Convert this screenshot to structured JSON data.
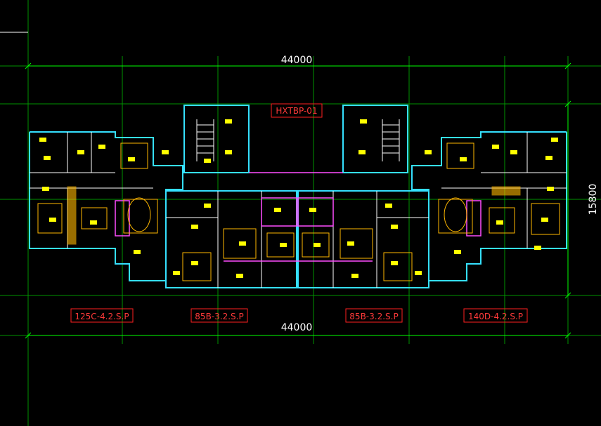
{
  "drawing": {
    "title_tag": "HXTBP-01",
    "dimensions": {
      "top_width": "44000",
      "bottom_width": "44000",
      "depth": "15800"
    },
    "unit_labels": [
      "125C-4.2.S.P",
      "85B-3.2.S.P",
      "85B-3.2.S.P",
      "140D-4.2.S.P"
    ]
  },
  "colors": {
    "background": "#000000",
    "grid": "#00c000",
    "dimension_line": "#00ff00",
    "wall": "#35e0ff",
    "interior_line": "#ffffff",
    "furniture": "#ffb800",
    "label": "#ff2a2a",
    "partition": "#ff4dff",
    "fill_marks": "#ffff00"
  }
}
